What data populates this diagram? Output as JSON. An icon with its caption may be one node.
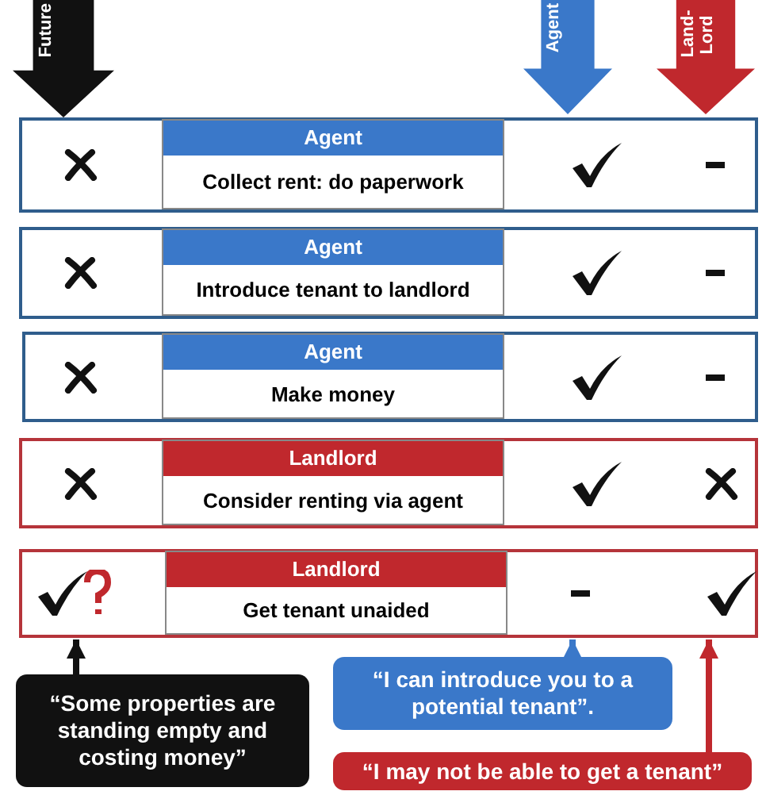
{
  "diagram": {
    "nodes": [
      {
        "text": [
          "Future"
        ]
      },
      {
        "text": [
          "Agent"
        ]
      },
      {
        "text": [
          "Land-Lord"
        ]
      },
      {
        "text": [],
        "shape": "box"
      },
      {
        "text": [
          "Agent",
          "Collect rent: do paperwork"
        ],
        "in": 3
      },
      {
        "text": [],
        "shape": "box"
      },
      {
        "text": [
          "Agent",
          "Introduce tenant to landlord"
        ],
        "in": 5
      },
      {
        "text": [],
        "shape": "box"
      },
      {
        "text": [
          "Agent",
          "Make money"
        ],
        "in": 7
      },
      {
        "text": [],
        "shape": "box"
      },
      {
        "text": [
          "Landlord",
          "Consider renting via agent"
        ],
        "in": 9
      },
      {
        "text": [],
        "shape": "box"
      },
      {
        "text": [
          "Landlord",
          "Get tenant unaided"
        ],
        "in": 11
      },
      {
        "text": [
          "“Some properties are standing empty and costing money”"
        ]
      },
      {
        "text": [
          "“I can introduce you to a potential tenant”."
        ]
      },
      {
        "text": [
          "“I may not be able to get a tenant”"
        ]
      }
    ],
    "edges": [
      {
        "from": 13,
        "to": 11,
        "arrow": "to"
      },
      {
        "from": 14,
        "to": 11,
        "arrow": "to",
        "color": "#3a78c9"
      },
      {
        "from": 15,
        "to": 11,
        "arrow": "to",
        "color": "#c0282d"
      }
    ]
  }
}
